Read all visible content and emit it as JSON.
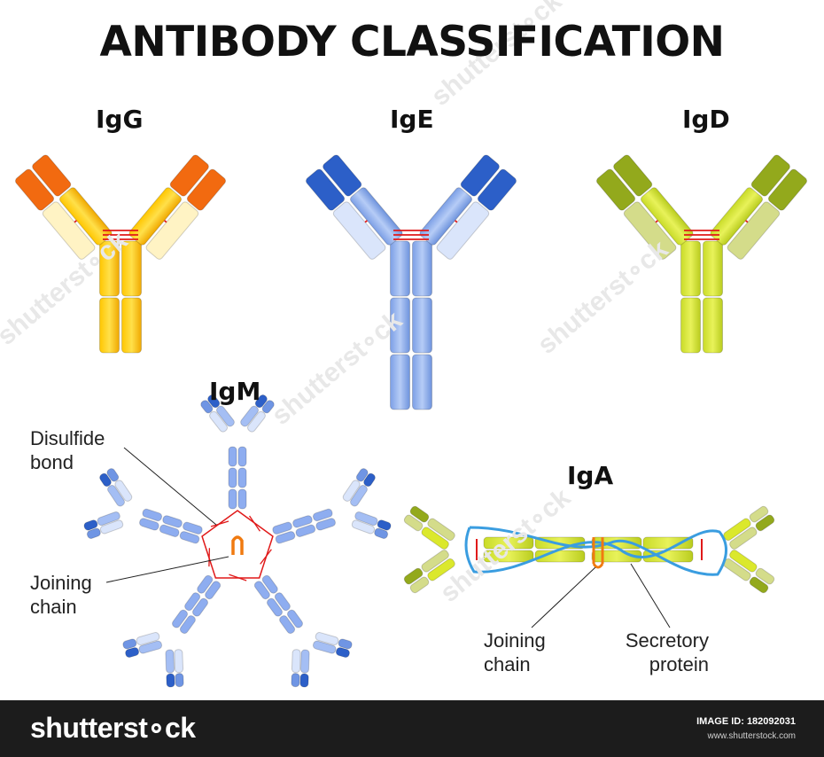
{
  "title": "ANTIBODY CLASSIFICATION",
  "labels": {
    "igg": "IgG",
    "ige": "IgE",
    "igd": "IgD",
    "igm": "IgM",
    "iga": "IgA"
  },
  "annotations": {
    "disulfide": [
      "Disulfide",
      "bond"
    ],
    "joining_igm": [
      "Joining",
      "chain"
    ],
    "joining_iga": [
      "Joining",
      "chain"
    ],
    "secretory": [
      "Secretory",
      "protein"
    ]
  },
  "watermark": "shutterst∘ck",
  "footer": {
    "brand": "shutterst∘ck",
    "image_id": "IMAGE ID: 182092031",
    "site": "www.shutterstock.com"
  },
  "colors": {
    "igg": {
      "dark": "#f26a10",
      "mid": "#f8b400",
      "light": "#ffd700",
      "pale": "#fff3c4"
    },
    "ige": {
      "dark": "#2c5fc8",
      "mid": "#86a9ee",
      "light": "#9dbaf2",
      "pale": "#dae5fb"
    },
    "igd": {
      "dark": "#93a91c",
      "mid": "#c4d62b",
      "light": "#dbe82c",
      "pale": "#d4dc8a"
    },
    "disulfide": "#e01919",
    "joining": "#f07a10",
    "secretory": "#3a9de0"
  }
}
